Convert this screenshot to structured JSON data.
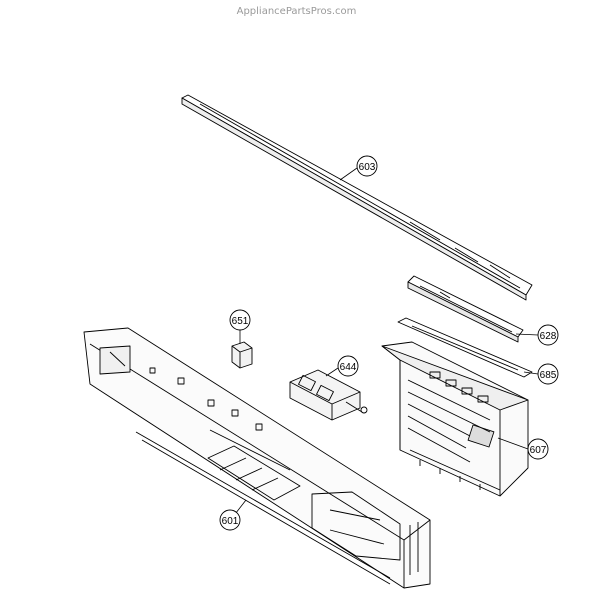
{
  "watermark": "AppliancePartsPros.com",
  "callouts": {
    "c603": "603",
    "c628": "628",
    "c651": "651",
    "c644": "644",
    "c685": "685",
    "c607": "607",
    "c601": "601"
  }
}
